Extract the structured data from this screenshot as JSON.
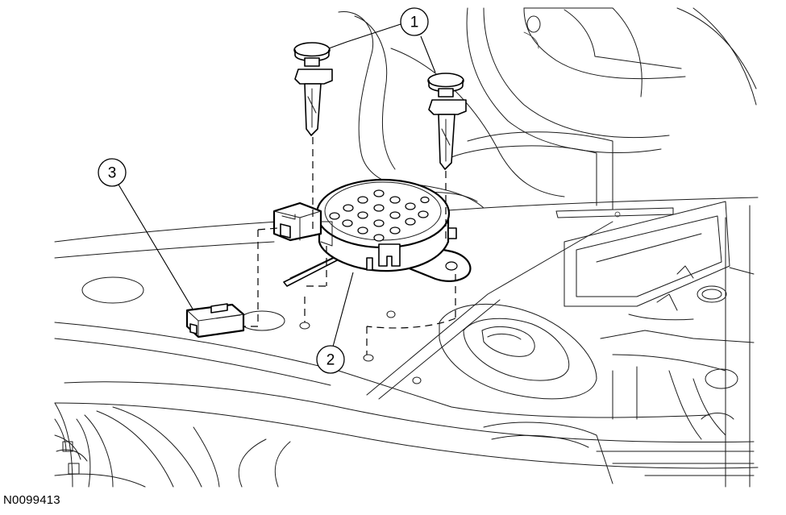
{
  "figure": {
    "code": "N0099413",
    "callouts": [
      {
        "id": "callout-1",
        "label": "1"
      },
      {
        "id": "callout-2",
        "label": "2"
      },
      {
        "id": "callout-3",
        "label": "3"
      }
    ]
  }
}
